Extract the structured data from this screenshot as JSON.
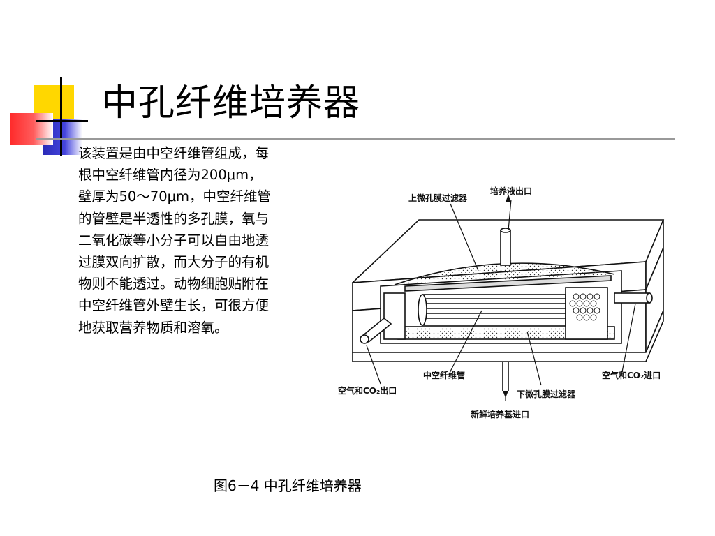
{
  "slide": {
    "title": "中孔纤维培养器",
    "body": "该装置是由中空纤维管组成，每根中空纤维管内径为200μm，壁厚为50～70μm，中空纤维管的管壁是半透性的多孔膜，氧与二氧化碳等小分子可以自由地透过膜双向扩散，而大分子的有机物则不能透过。动物细胞贴附在中空纤维管外壁生长，可很方便地获取营养物质和溶氧。",
    "caption": "图6－4  中孔纤维培养器"
  },
  "diagram": {
    "labels": {
      "upper_filter": "上微孔膜过滤器",
      "medium_outlet": "培养液出口",
      "hollow_fiber": "中空纤维管",
      "lower_filter": "下微孔膜过滤器",
      "air_co2_inlet": "空气和CO₂进口",
      "air_co2_outlet": "空气和CO₂出口",
      "fresh_medium_inlet": "新鲜培养基进口"
    }
  },
  "colors": {
    "yellow_square": "#ffd700",
    "red_square": "#ff3333",
    "blue_square": "#3333cc",
    "rule": "#999999"
  }
}
